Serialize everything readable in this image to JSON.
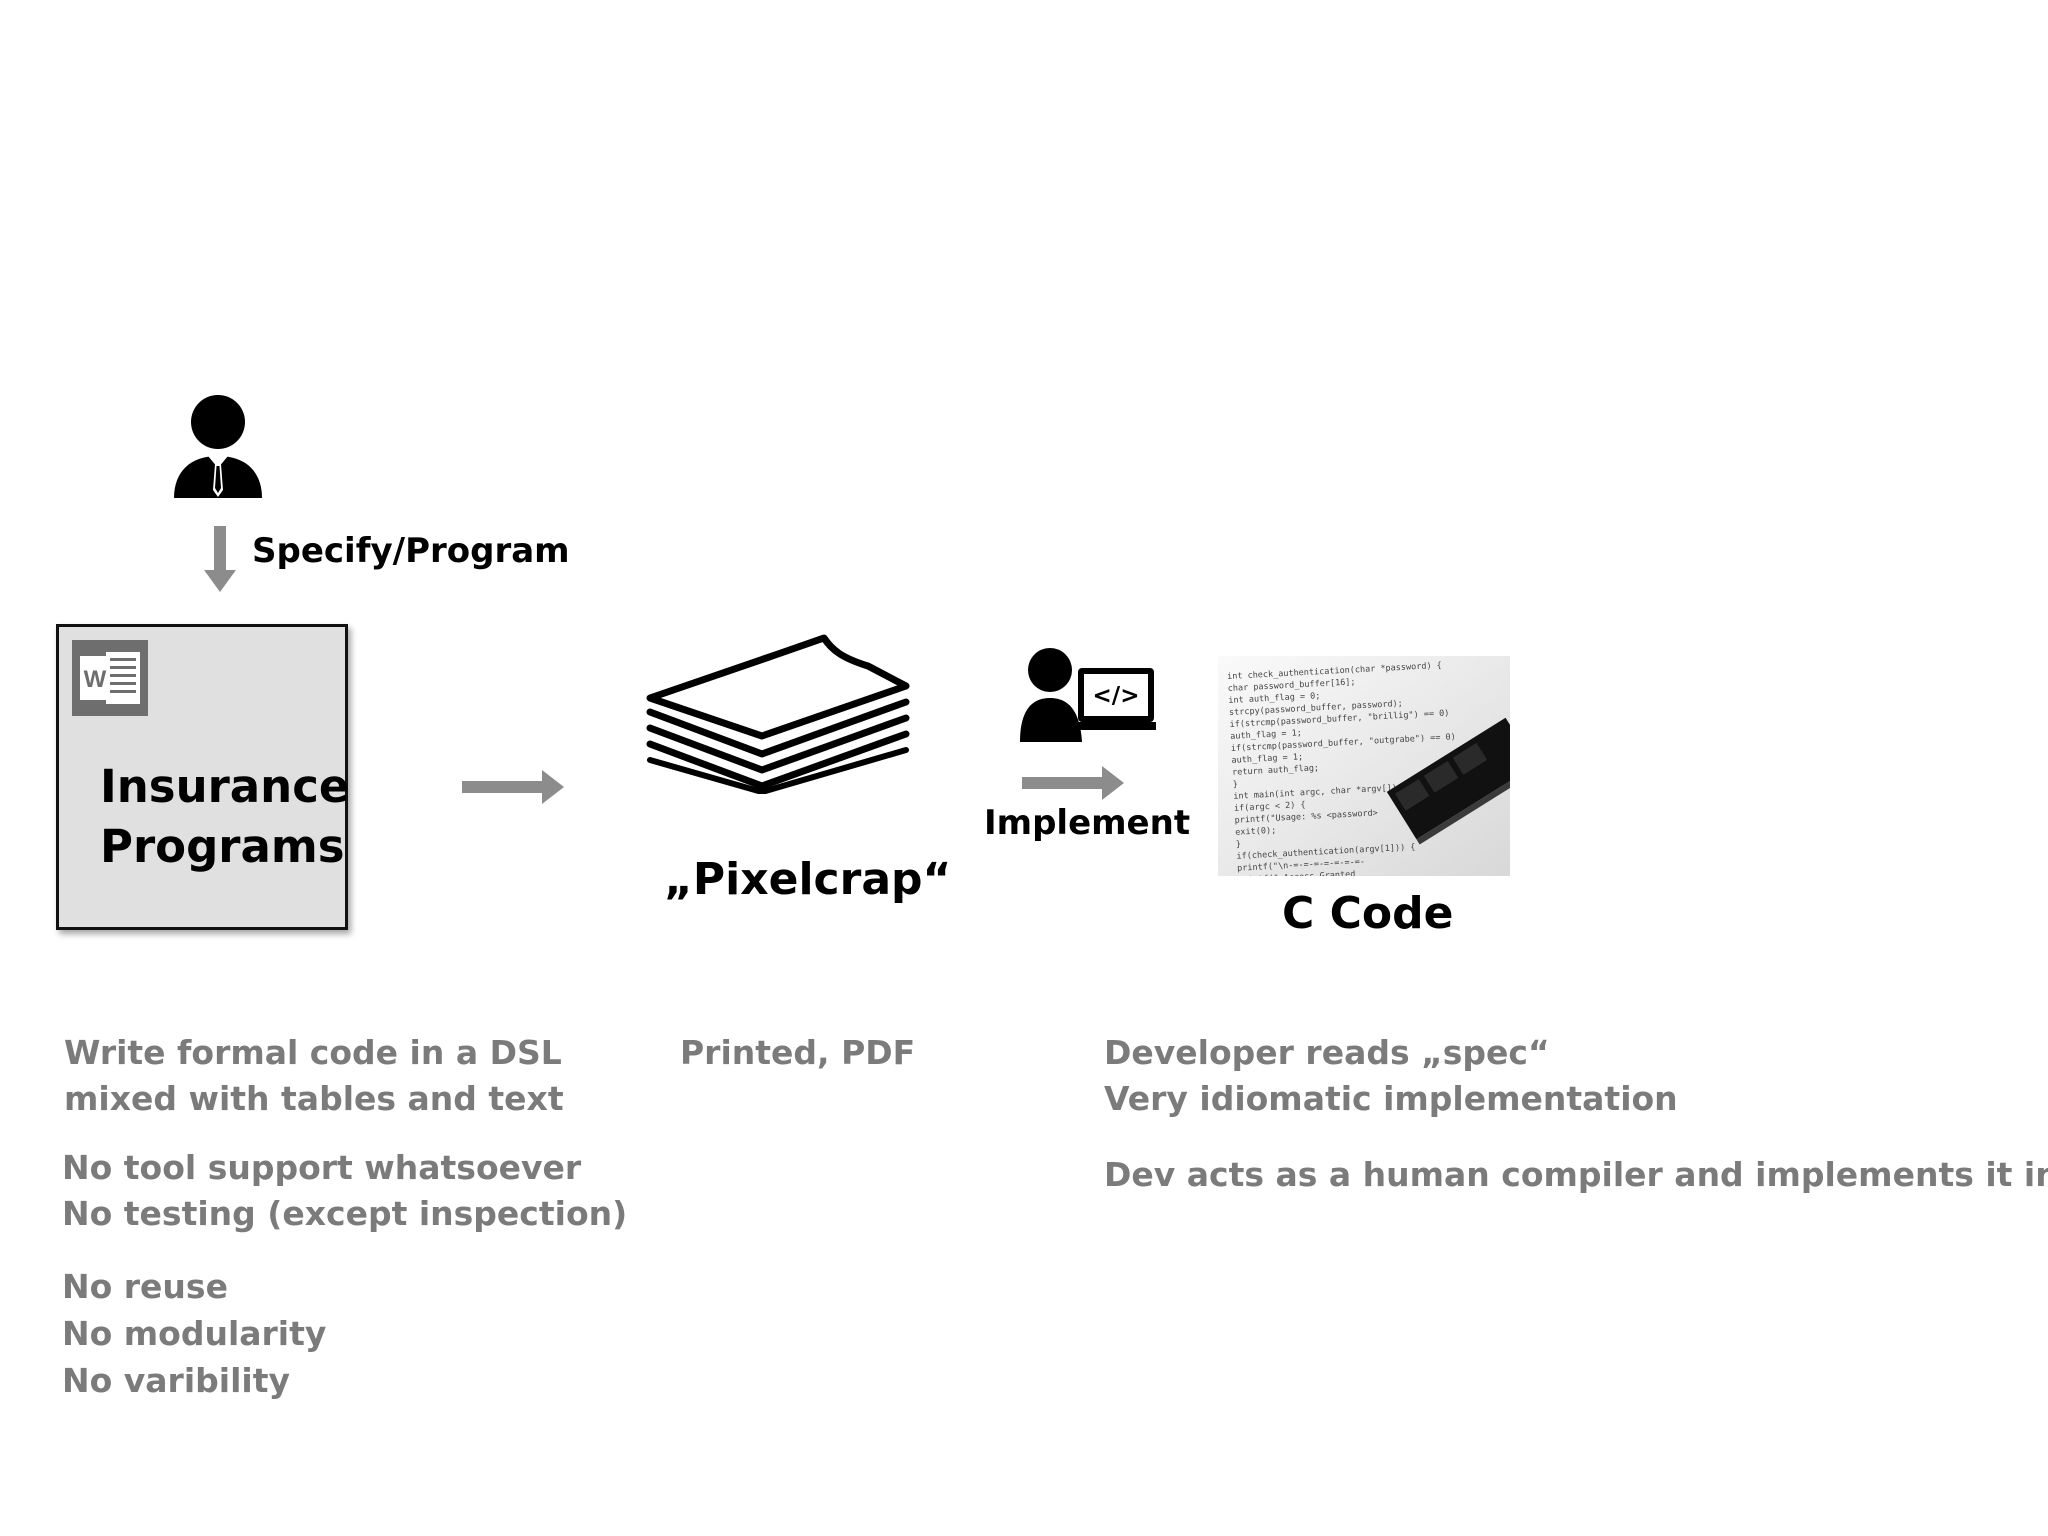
{
  "actors": {
    "business_person_icon": "business-person-icon",
    "developer_icon": "developer-code-icon"
  },
  "labels": {
    "specify": "Specify/Program",
    "insurance_programs": "Insurance\nPrograms",
    "pixelcrap": "„Pixelcrap“",
    "implement": "Implement",
    "c_code": "C Code"
  },
  "notes": {
    "insurance_group_1": "Write formal code in a DSL\nmixed with tables and text",
    "insurance_group_2": "No tool support whatsoever\nNo testing (except inspection)",
    "insurance_group_3": "No reuse\nNo modularity\nNo varibility",
    "pixelcrap": "Printed, PDF",
    "ccode_group_1": "Developer reads „spec“\nVery idiomatic implementation",
    "ccode_group_2": "Dev acts as a human compiler and implements it in C"
  },
  "icons": {
    "word": "W",
    "code_tag": "</>"
  },
  "code_photo_lines": [
    "int check_authentication(char *password) {",
    "  char password_buffer[16];",
    "  int auth_flag = 0;",
    "  strcpy(password_buffer, password);",
    "  if(strcmp(password_buffer, \"brillig\") == 0)",
    "    auth_flag = 1;",
    "  if(strcmp(password_buffer, \"outgrabe\") == 0)",
    "    auth_flag = 1;",
    "  return auth_flag;",
    "}",
    "int main(int argc, char *argv[]) {",
    "  if(argc < 2) {",
    "    printf(\"Usage: %s <password>",
    "    exit(0);",
    "  }",
    "  if(check_authentication(argv[1])) {",
    "    printf(\"\\n-=-=-=-=-=-=-=-",
    "    printf(\"    Access Granted"
  ],
  "colors": {
    "arrow": "#8c8c8c",
    "box_fill": "#e0e0e0",
    "note_text": "#7b7b7b",
    "word_icon": "#6e6e6e"
  }
}
